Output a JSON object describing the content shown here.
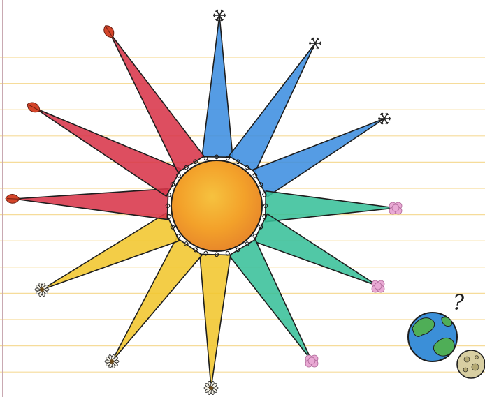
{
  "illustration": {
    "question_mark": "?",
    "paper": {
      "background": "#ffffff",
      "rule_color": "#f6dc9a",
      "margin_color": "#c9a9b2"
    },
    "sun": {
      "colors": [
        "#f3a12a",
        "#f6c23f",
        "#e8882a"
      ],
      "outline": "#1d1d1d"
    },
    "rays": [
      {
        "season": "winter",
        "color": "#3e8ee0",
        "tip_icon": "snowflake-icon"
      },
      {
        "season": "winter",
        "color": "#3e8ee0",
        "tip_icon": "snowflake-icon"
      },
      {
        "season": "winter",
        "color": "#3e8ee0",
        "tip_icon": "snowflake-icon"
      },
      {
        "season": "spring",
        "color": "#39c09a",
        "tip_icon": "blossom-icon"
      },
      {
        "season": "spring",
        "color": "#39c09a",
        "tip_icon": "blossom-icon"
      },
      {
        "season": "spring",
        "color": "#39c09a",
        "tip_icon": "blossom-icon"
      },
      {
        "season": "summer",
        "color": "#f1c62e",
        "tip_icon": "daisy-icon"
      },
      {
        "season": "summer",
        "color": "#f1c62e",
        "tip_icon": "daisy-icon"
      },
      {
        "season": "summer",
        "color": "#f1c62e",
        "tip_icon": "daisy-icon"
      },
      {
        "season": "autumn",
        "color": "#d8354a",
        "tip_icon": "autumn-leaf-icon"
      },
      {
        "season": "autumn",
        "color": "#d8354a",
        "tip_icon": "autumn-leaf-icon"
      },
      {
        "season": "autumn",
        "color": "#d8354a",
        "tip_icon": "autumn-leaf-icon"
      }
    ],
    "icon_colors": {
      "snowflake": "#222222",
      "blossom": "#e9a9d4",
      "daisy": "#f4f1e6",
      "leaf": "#d4452a"
    },
    "earth": {
      "ocean": "#3b8fd8",
      "land": "#4fae57",
      "icon": "earth-icon"
    },
    "moon": {
      "color": "#d8cfa2",
      "crater": "#b3a873",
      "icon": "moon-icon"
    }
  }
}
